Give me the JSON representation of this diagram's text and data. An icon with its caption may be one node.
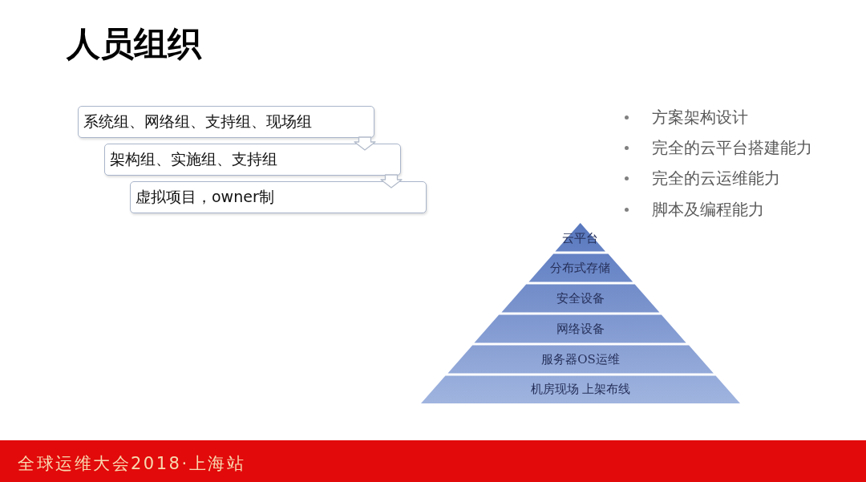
{
  "diagram": {
    "title": "人员组织",
    "nodes": [
      {
        "text": [
          "系统组、网络组、支持组、现场组"
        ]
      },
      {
        "text": [
          "架构组、实施组、支持组"
        ]
      },
      {
        "text": [
          "虚拟项目，owner制"
        ]
      },
      {
        "text": [
          "云平台"
        ]
      },
      {
        "text": [
          "分布式存储"
        ]
      },
      {
        "text": [
          "安全设备"
        ]
      },
      {
        "text": [
          "网络设备"
        ]
      },
      {
        "text": [
          "服务器OS运维"
        ]
      },
      {
        "text": [
          "机房现场 上架布线"
        ]
      }
    ],
    "edges": [
      {
        "from": 0,
        "to": 1,
        "arrow": "to"
      },
      {
        "from": 1,
        "to": 2,
        "arrow": "to"
      }
    ],
    "labels": [
      "方案架构设计",
      "完全的云平台搭建能力",
      "完全的云运维能力",
      "脚本及编程能力",
      "全球运维大会2018·上海站"
    ]
  }
}
